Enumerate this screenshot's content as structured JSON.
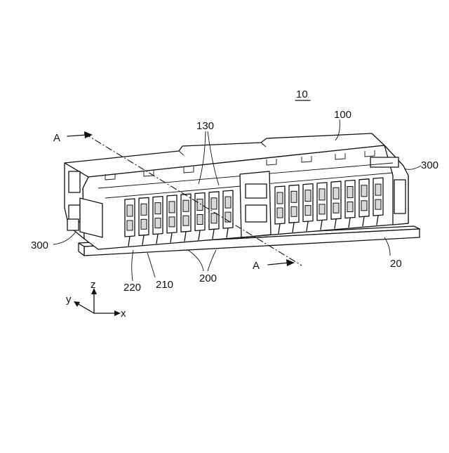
{
  "figure": {
    "assembly_ref": "10",
    "refs": {
      "housing": "100",
      "base": "20",
      "terminal_row": "130",
      "terminals": "200",
      "contact_a": "210",
      "contact_b": "220",
      "latch_right": "300",
      "latch_left": "300"
    },
    "section": {
      "start": "A",
      "end": "A"
    },
    "axes": {
      "x": "x",
      "y": "y",
      "z": "z"
    }
  }
}
